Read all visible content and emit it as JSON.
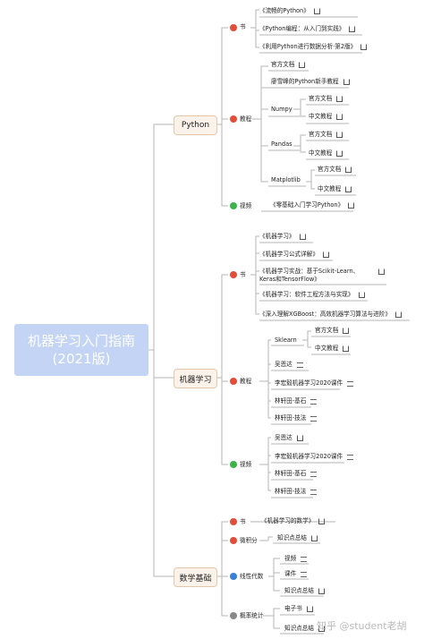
{
  "root": {
    "line1": "机器学习入门指南",
    "line2": "(2021版)"
  },
  "python": {
    "title": "Python",
    "books_cat": "书",
    "books": [
      "《流畅的Python》",
      "《Python编程：从入门到实践》",
      "《利用Python进行数据分析·第2版》"
    ],
    "tutorial_cat": "教程",
    "official_docs": "官方文档",
    "liao": "廖雪峰的Python新手教程",
    "numpy": "Numpy",
    "pandas": "Pandas",
    "matplotlib": "Matplotlib",
    "official": "官方文档",
    "chinese": "中文教程",
    "video_cat": "视频",
    "video": "《零基础入门学习Python》"
  },
  "ml": {
    "title": "机器学习",
    "books_cat": "书",
    "books": [
      "《机器学习》",
      "《机器学习公式详解》",
      "《机器学习实战：基于Scikit-Learn、Keras和TensorFlow》",
      "《机器学习：软件工程方法与实现》",
      "《深入理解XGBoost：高效机器学习算法与进阶》"
    ],
    "tutorial_cat": "教程",
    "sklearn": "Sklearn",
    "official": "官方文档",
    "chinese": "中文教程",
    "wu": "吴恩达",
    "lee": "李宏毅机器学习2020课件",
    "lin_base": "林轩田-基石",
    "lin_tech": "林轩田-技法",
    "video_cat": "视频",
    "v_wu": "吴恩达",
    "v_lee": "李宏毅机器学习2020课件",
    "v_lin_base": "林轩田-基石",
    "v_lin_tech": "林轩田-技法"
  },
  "math": {
    "title": "数学基础",
    "books_cat": "书",
    "book": "《机器学习的数学》",
    "calc_cat": "微积分",
    "calc_item": "知识点总结",
    "la_cat": "线性代数",
    "la_video": "视频",
    "la_course": "课件",
    "la_summary": "知识点总结",
    "prob_cat": "概率统计",
    "prob_ebook": "电子书",
    "prob_summary": "知识点总结"
  },
  "watermark": "知乎 @student老胡",
  "colors": {
    "root": "#c4d4f5",
    "main_fill": "#fbf2ea",
    "main_border": "#e3c7ad",
    "line": "#b5b5b5",
    "red": "#e04e3a",
    "green": "#3bb24a",
    "blue": "#3a7fd6"
  }
}
